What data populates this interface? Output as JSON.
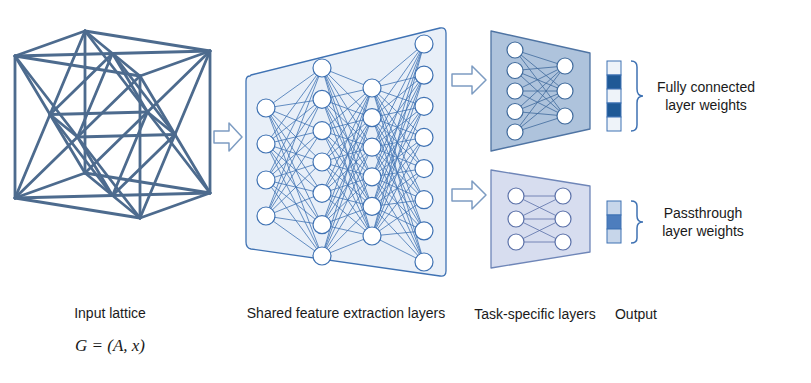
{
  "diagram": {
    "nodes": [
      {
        "text": [
          "Input lattice",
          "G = (A, x)"
        ]
      },
      {
        "text": [
          "Shared feature extraction layers"
        ]
      }
    ],
    "edges": [
      {
        "from": 0,
        "to": 1,
        "arrow": "to"
      }
    ],
    "labels": [
      "Task-specific layers",
      "Output",
      "Fully connected layer weights",
      "Passthrough layer weights"
    ]
  }
}
